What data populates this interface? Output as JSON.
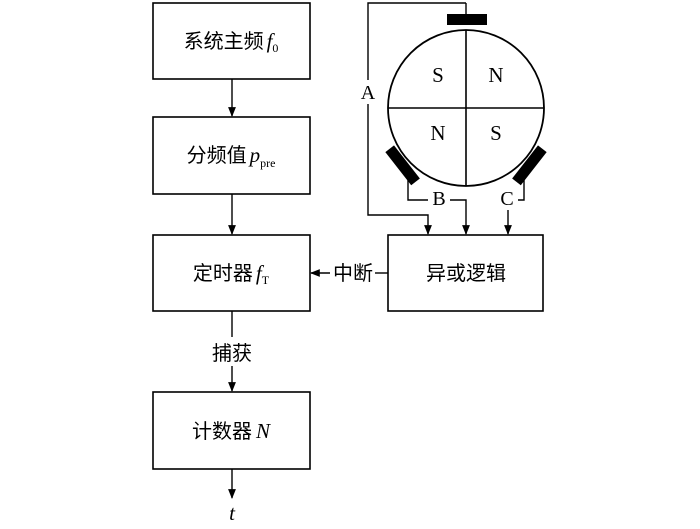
{
  "blocks": {
    "system_clock": {
      "text": "系统主频",
      "var": "f",
      "sub": "0"
    },
    "prescaler": {
      "text": "分频值",
      "var": "p",
      "sub": "pre"
    },
    "timer": {
      "text": "定时器",
      "var": "f",
      "sub": "T"
    },
    "counter": {
      "text": "计数器",
      "var": "N"
    },
    "xor_logic": {
      "text": "异或逻辑"
    }
  },
  "edge_labels": {
    "interrupt": "中断",
    "capture": "捕获",
    "output": "t"
  },
  "sensors": {
    "a": "A",
    "b": "B",
    "c": "C"
  },
  "magnet": {
    "q1": "S",
    "q2": "N",
    "q3": "N",
    "q4": "S"
  }
}
